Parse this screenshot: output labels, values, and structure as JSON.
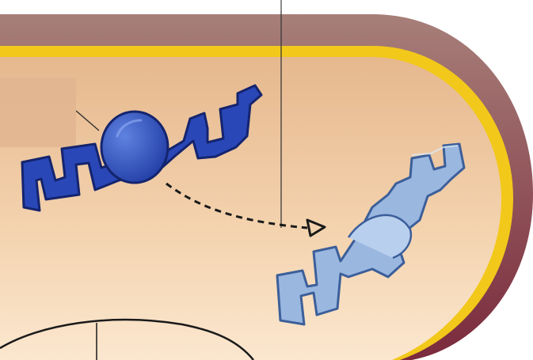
{
  "diagram": {
    "elements": [
      {
        "id": "cell-membrane",
        "kind": "outer membrane"
      },
      {
        "id": "plasma-membrane",
        "kind": "inner membrane"
      },
      {
        "id": "cytoplasm",
        "kind": "interior"
      },
      {
        "id": "protein-with-ligand",
        "kind": "folded protein bound to a ball"
      },
      {
        "id": "protein-altered",
        "kind": "protein, changed shape"
      },
      {
        "id": "conversion-arrow",
        "kind": "dashed arrow from left protein to right protein"
      }
    ],
    "colors": {
      "membrane_outer": "#7a2a3c",
      "membrane_inner": "#f2c81a",
      "cytoplasm_light": "#fbe6c8",
      "cytoplasm_mid": "#e8b98f",
      "protein_dark": "#2a47b8",
      "protein_dark_edge": "#14246e",
      "protein_light": "#9ab7e0",
      "protein_light_edge": "#3c5f9a",
      "arrow": "#1a1a1a"
    }
  }
}
